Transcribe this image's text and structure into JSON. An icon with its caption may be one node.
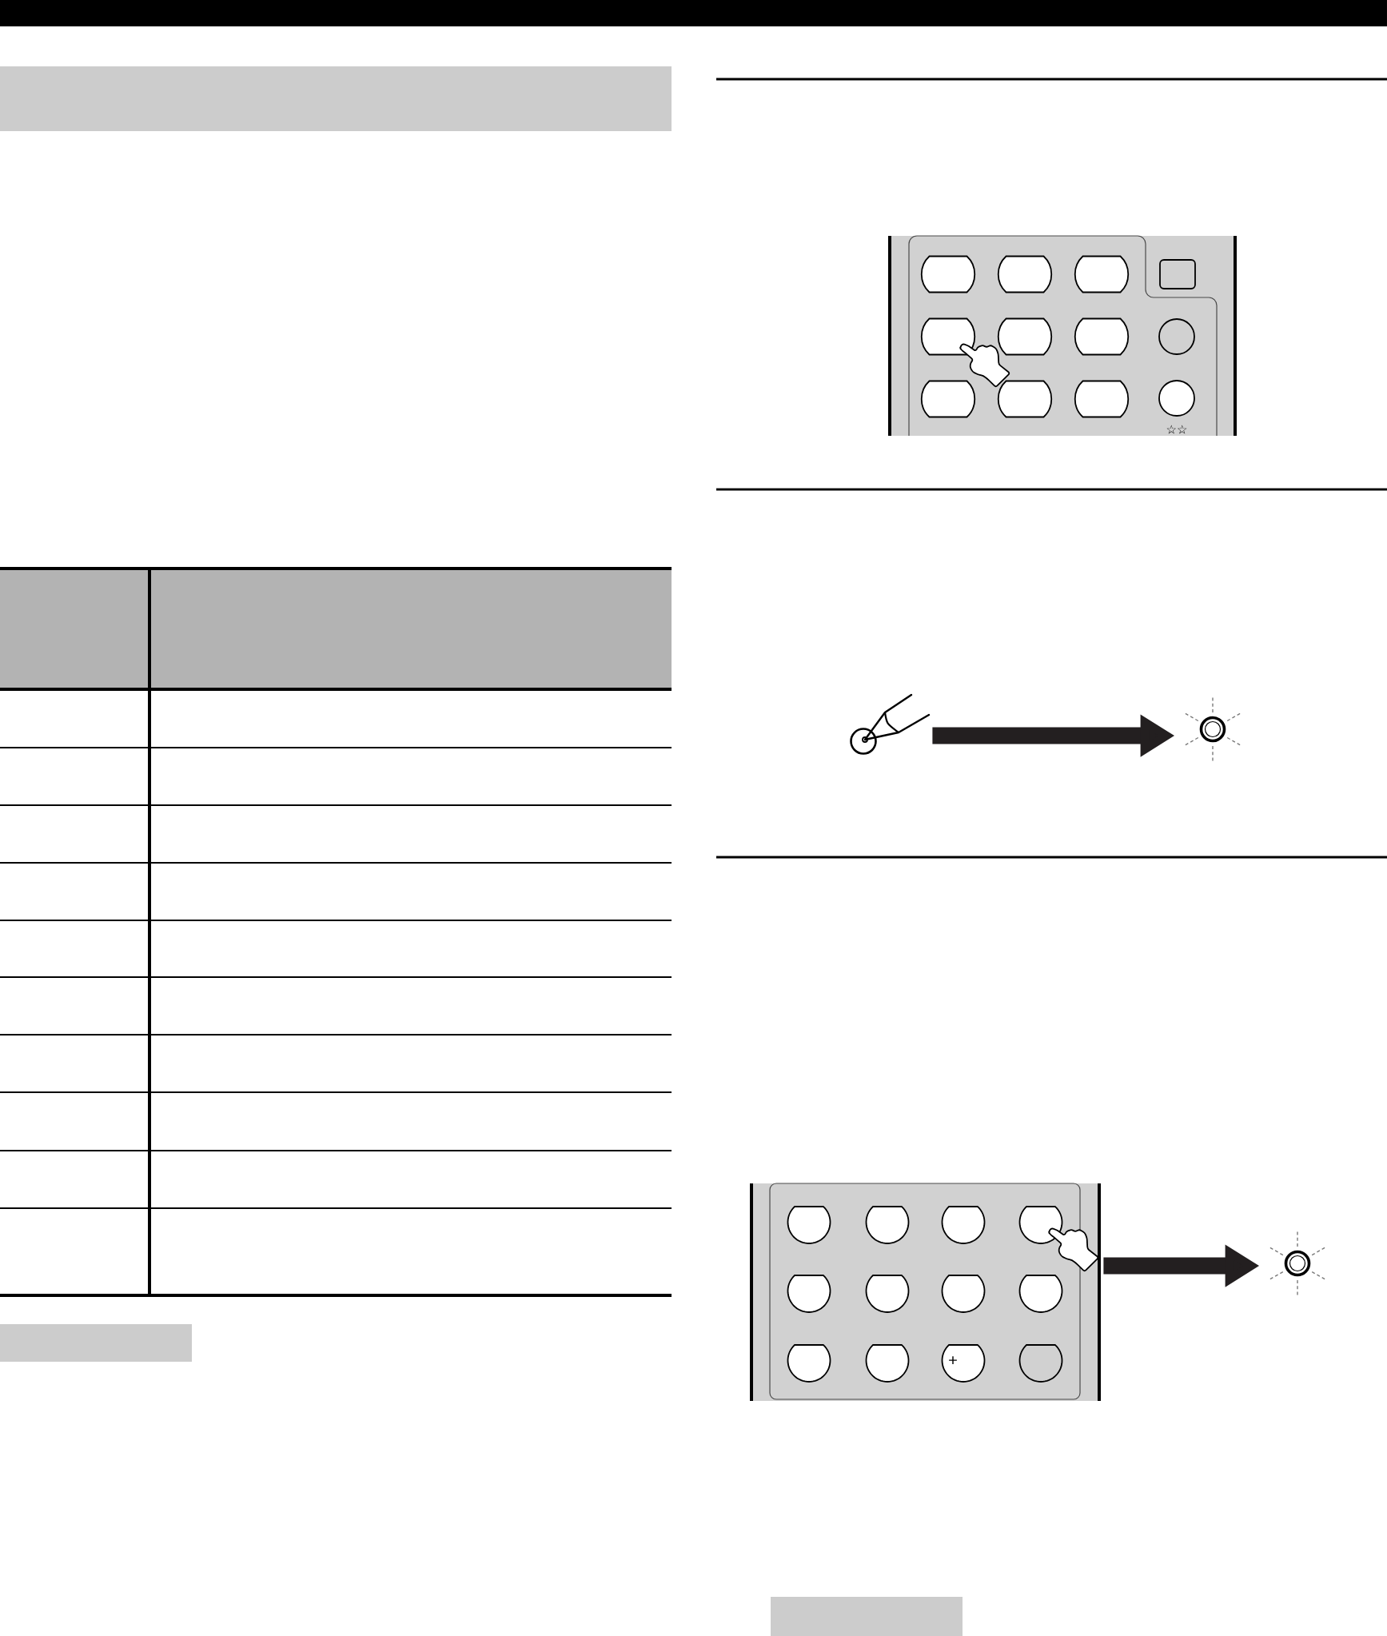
{
  "diagram": {
    "nodes": [
      {
        "text": [],
        "shape": "bar"
      },
      {
        "text": [],
        "shape": "bar"
      },
      {
        "text": [],
        "shape": "picture"
      },
      {
        "text": [],
        "shape": "picture"
      },
      {
        "text": [],
        "shape": "picture"
      },
      {
        "text": [],
        "shape": "picture"
      },
      {
        "text": [],
        "shape": "bar"
      }
    ],
    "edges": [
      {
        "from": 2,
        "to": 3,
        "arrow": "to"
      },
      {
        "from": 4,
        "to": 5,
        "arrow": "to"
      }
    ],
    "labels": [
      "☆☆",
      "+"
    ]
  }
}
